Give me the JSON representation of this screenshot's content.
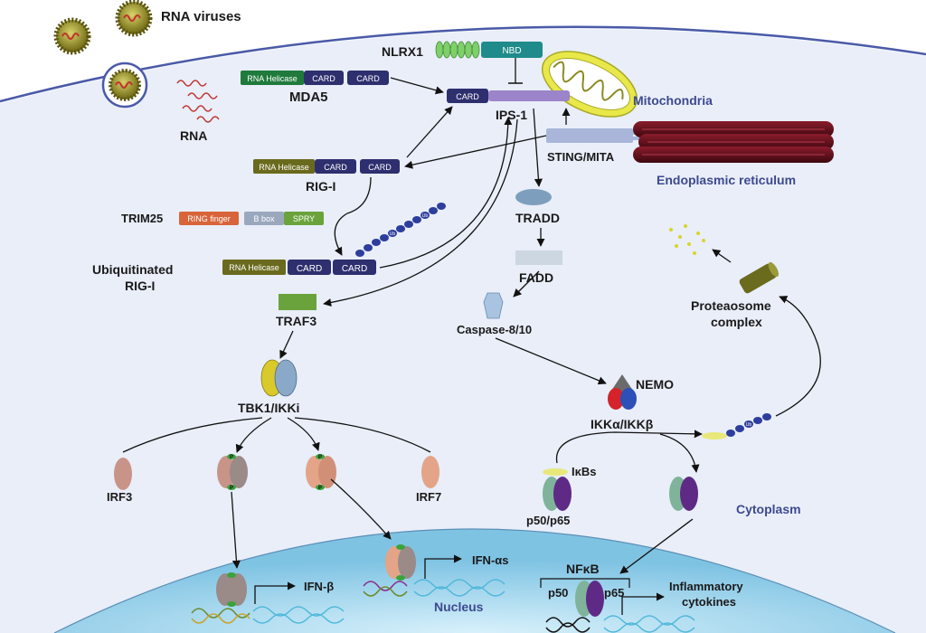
{
  "labels": {
    "rna_viruses": "RNA viruses",
    "rna": "RNA",
    "mda5": "MDA5",
    "nlrx1": "NLRX1",
    "nbd": "NBD",
    "mitochondria": "Mitochondria",
    "ips1": "IPS-1",
    "sting": "STING/MITA",
    "er": "Endoplasmic reticulum",
    "rigi": "RIG-I",
    "trim25": "TRIM25",
    "ring_finger": "RING finger",
    "bbox": "B box",
    "spry": "SPRY",
    "ub_rigi_1": "Ubiquitinated",
    "ub_rigi_2": "RIG-I",
    "tradd": "TRADD",
    "fadd": "FADD",
    "caspase": "Caspase-8/10",
    "traf3": "TRAF3",
    "tbk1": "TBK1/IKKi",
    "nemo": "NEMO",
    "ikk": "IKKα/IKKβ",
    "proteasome_1": "Proteaosome",
    "proteasome_2": "complex",
    "ikbs": "IκBs",
    "p50p65": "p50/p65",
    "irf3": "IRF3",
    "irf7": "IRF7",
    "cytoplasm": "Cytoplasm",
    "ifnb": "IFN-β",
    "ifna": "IFN-αs",
    "nucleus": "Nucleus",
    "nfkb": "NFκB",
    "p50": "p50",
    "p65": "p65",
    "inflam_1": "Inflammatory",
    "inflam_2": "cytokines"
  },
  "domains": {
    "rna_helicase": "RNA Helicase",
    "card": "CARD",
    "p": "P",
    "ub": "Ub"
  },
  "colors": {
    "cell": "#e9eef9",
    "membrane": "#4a5aa8",
    "nucleus": "#a9d8ee",
    "card": "#2e2f6e",
    "helicase_mda5": "#1f7a3c",
    "helicase_rigi": "#6a6a1e",
    "ips1": "#9b84c9",
    "mito_outer": "#e8e84a",
    "er": "#5c0f1c",
    "traf3": "#6aa33c",
    "irf": "#d59a8a"
  }
}
